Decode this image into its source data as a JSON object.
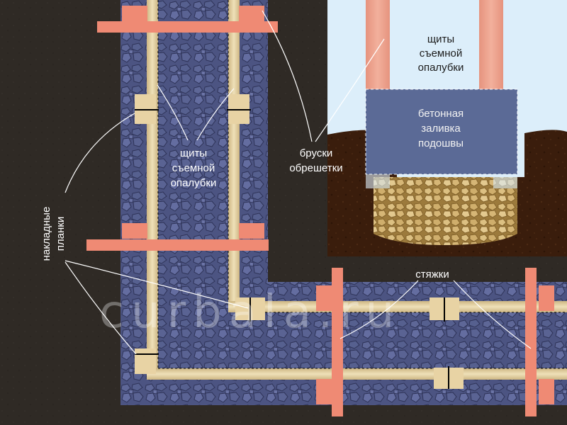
{
  "labels": {
    "inset_panels": [
      "щиты",
      "съемной",
      "опалубки"
    ],
    "inset_concrete": [
      "бетонная",
      "заливка",
      "подошвы"
    ],
    "main_panels": [
      "щиты",
      "съемной",
      "опалубки"
    ],
    "battens": [
      "бруски",
      "обрешетки"
    ],
    "cover_strips": [
      "накладные",
      "планки"
    ],
    "ties": "стяжки"
  },
  "watermark": "curbala.ru",
  "colors": {
    "background": "#2e2925",
    "gravel": "#4f5785",
    "wood": "#e3d0a2",
    "ties": "#ef8a74",
    "sky": "#dceefa",
    "soil": "#3a1d0c",
    "crushed_stone": "#c9a55c",
    "concrete_inset": "#5b6a96"
  }
}
